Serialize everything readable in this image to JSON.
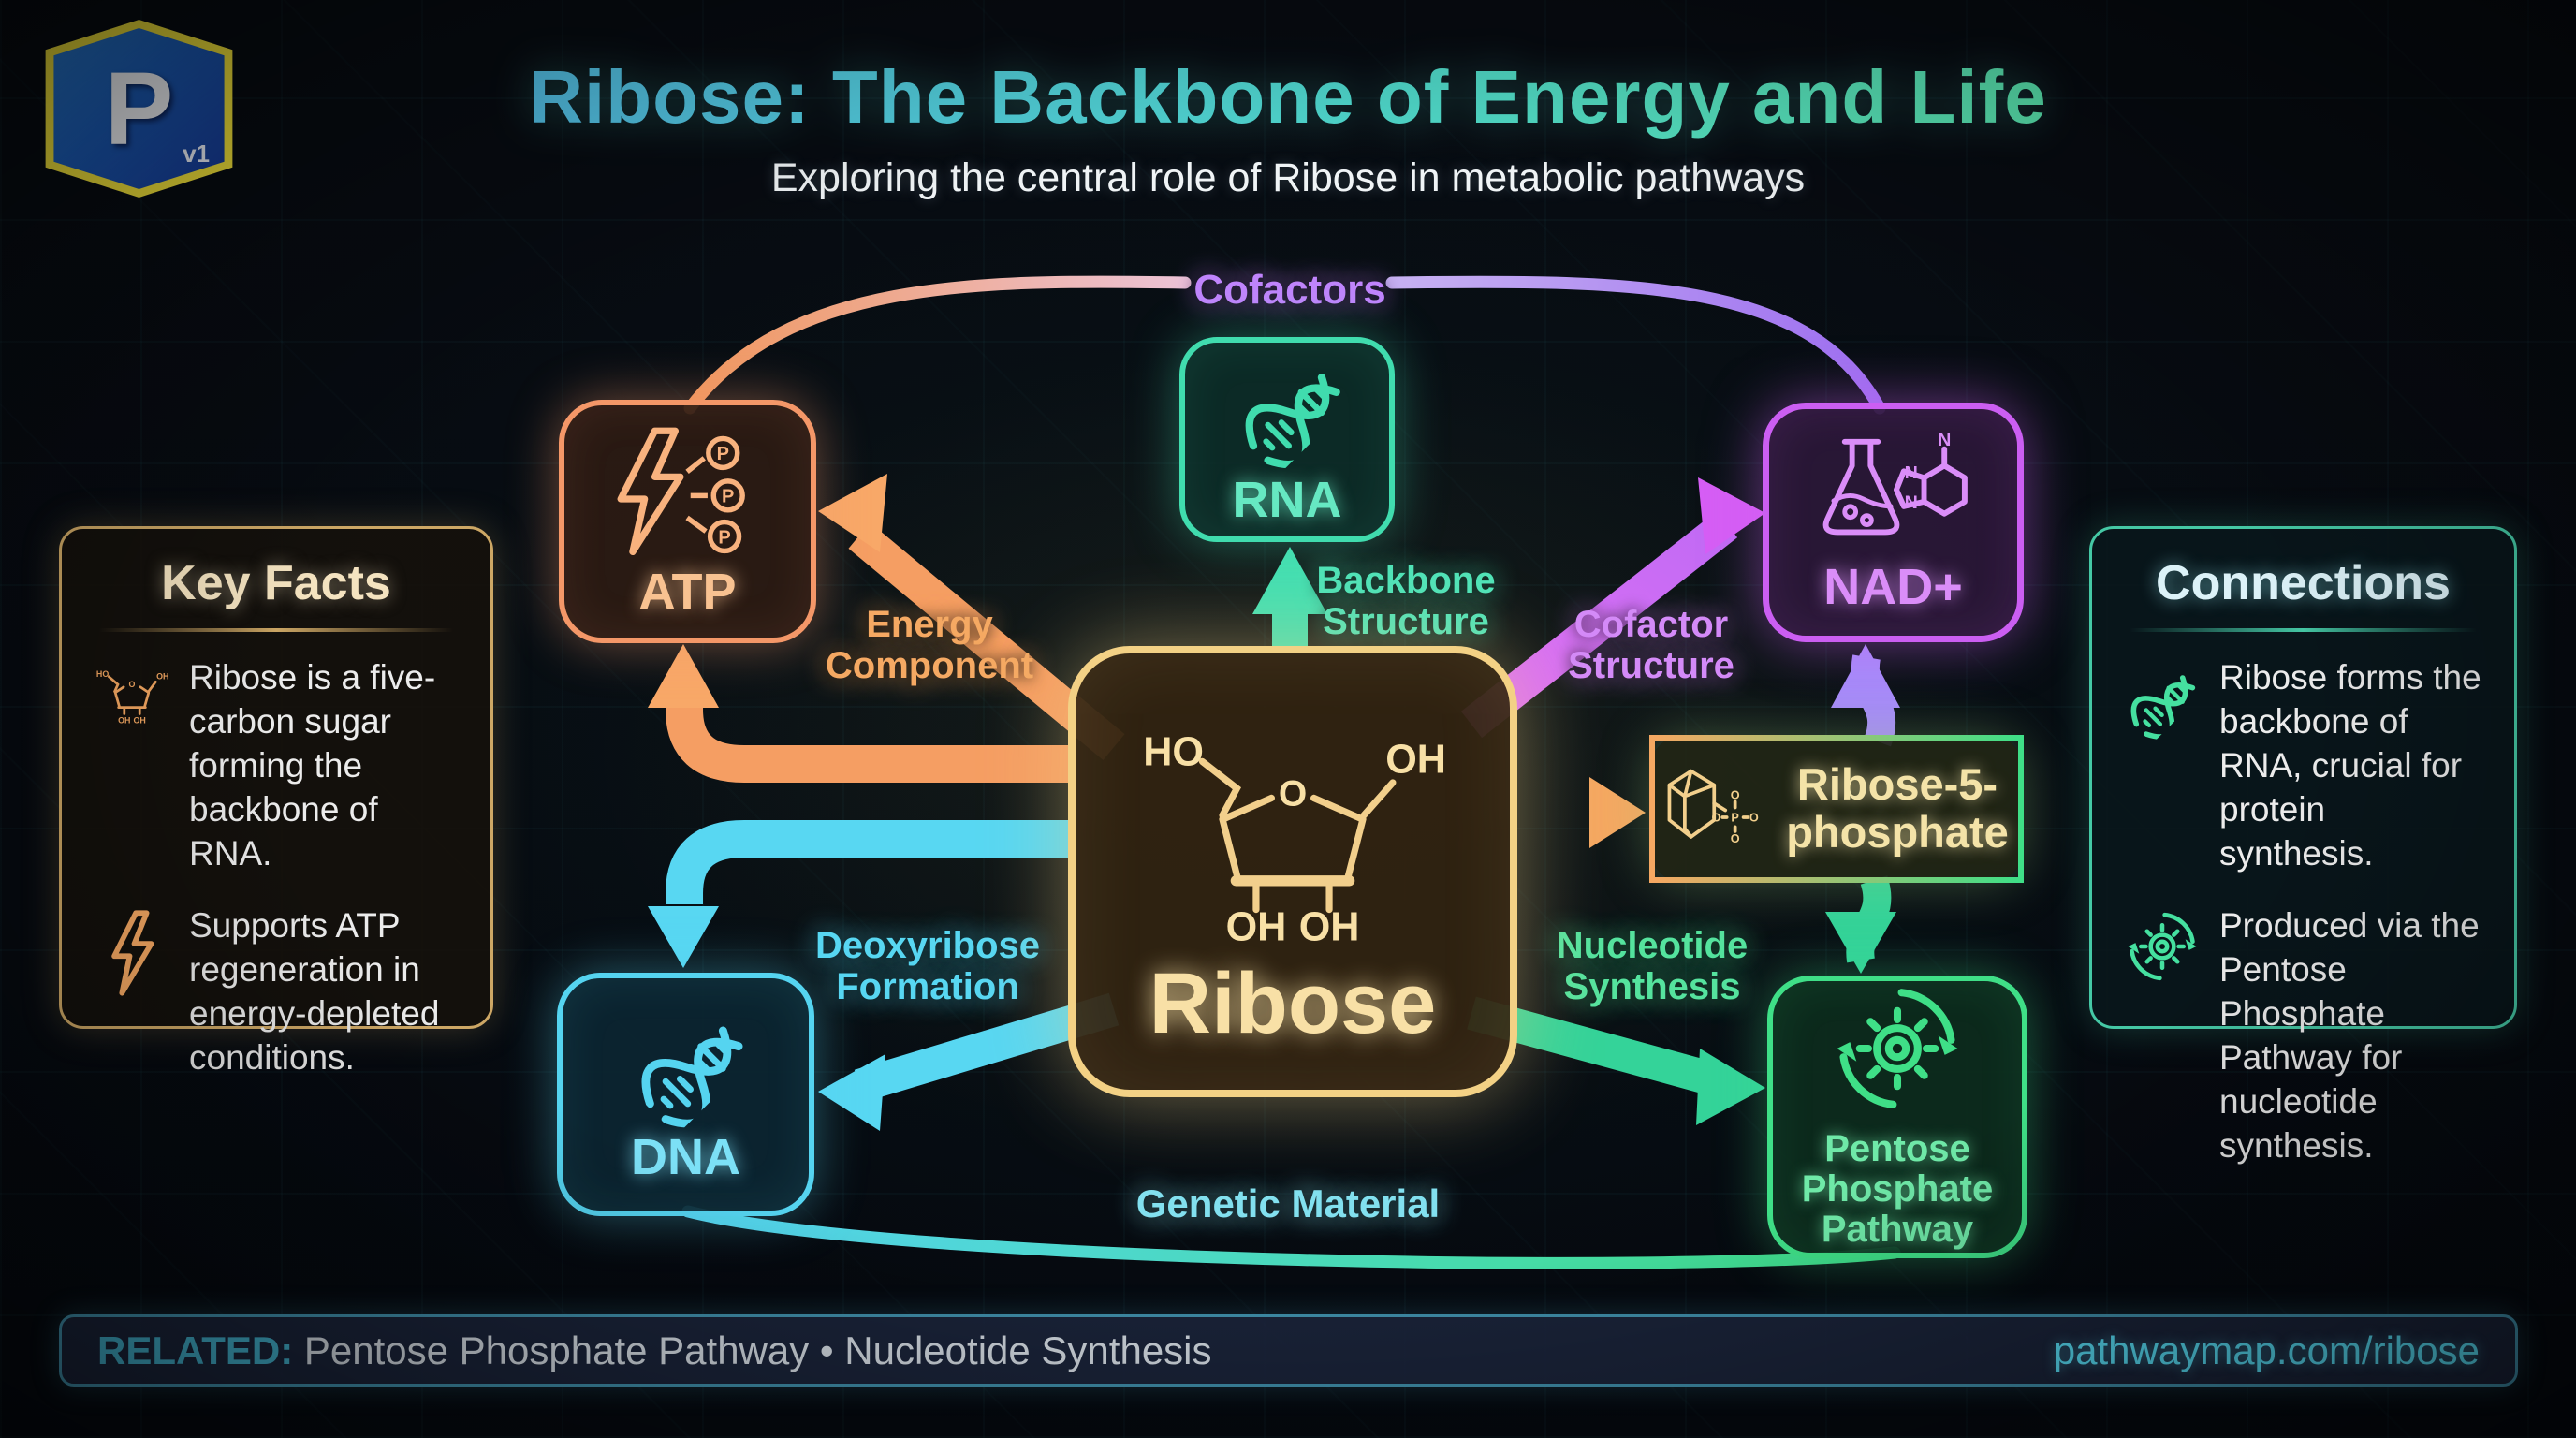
{
  "logo": {
    "letter": "P",
    "version": "v1"
  },
  "header": {
    "title": "Ribose: The Backbone of Energy and Life",
    "subtitle": "Exploring the central role of Ribose in metabolic pathways"
  },
  "nodes": {
    "atp": {
      "label": "ATP"
    },
    "rna": {
      "label": "RNA"
    },
    "nad": {
      "label": "NAD+"
    },
    "dna": {
      "label": "DNA"
    },
    "r5p": {
      "label": "Ribose-5-phosphate"
    },
    "ppp": {
      "label": "Pentose Phosphate Pathway"
    },
    "ribose": {
      "label": "Ribose",
      "structure": {
        "ho": "HO",
        "ring_o": "O",
        "oh_top_right": "OH",
        "oh_bottom_left": "OH",
        "oh_bottom_right": "OH"
      }
    }
  },
  "edge_labels": {
    "cofactors": "Cofactors",
    "energy_component": "Energy Component",
    "backbone_structure": "Backbone Structure",
    "cofactor_structure": "Cofactor Structure",
    "deoxyribose_formation": "Deoxyribose Formation",
    "nucleotide_synthesis": "Nucleotide Synthesis",
    "genetic_material": "Genetic Material"
  },
  "key_facts": {
    "title": "Key Facts",
    "items": [
      {
        "icon": "ribose-ring-icon",
        "text": "Ribose is a five-carbon sugar forming the backbone of RNA."
      },
      {
        "icon": "lightning-icon",
        "text": "Supports ATP regeneration in energy-depleted conditions."
      }
    ]
  },
  "connections": {
    "title": "Connections",
    "items": [
      {
        "icon": "dna-helix-icon",
        "text": "Ribose forms the backbone of RNA, crucial for protein synthesis."
      },
      {
        "icon": "gear-icon",
        "text": "Produced via the Pentose Phosphate Pathway for nucleotide synthesis."
      }
    ]
  },
  "footer": {
    "related_label": "RELATED:",
    "related_items": " Pentose Phosphate Pathway • Nucleotide Synthesis",
    "url": "pathwaymap.com/ribose"
  },
  "icon_glyphs": {
    "phosphate_p": "P",
    "nitrogen_n": "N",
    "oxygen_o": "O"
  },
  "colors": {
    "gold": "#f3d185",
    "orange": "#f49768",
    "teal": "#40dcae",
    "cyan": "#55d4f0",
    "purple": "#cb5ef2",
    "green": "#3fdf87",
    "violet": "#a78bfa",
    "accent_url": "#55d7ee"
  }
}
